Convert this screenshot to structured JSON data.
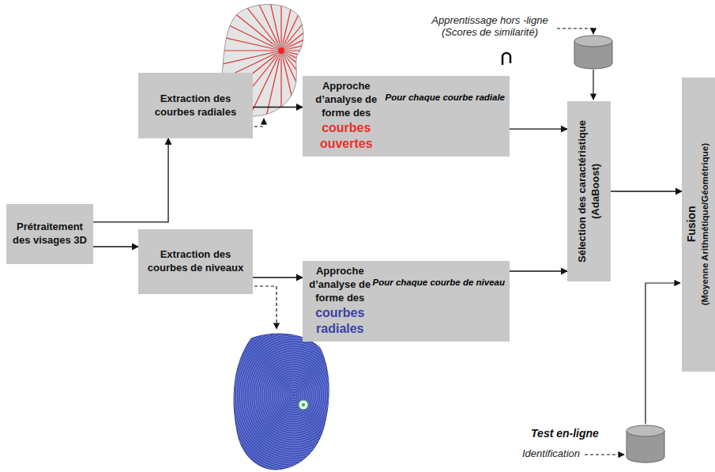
{
  "diagram": {
    "nodes": [
      {
        "text": [
          "Prétraitement des visages 3D"
        ]
      },
      {
        "text": [
          "Extraction des courbes radiales"
        ]
      },
      {
        "text": [
          "Extraction des courbes de niveaux"
        ]
      },
      {
        "text": [
          "Pour chaque courbe radiale",
          "Approche d’analyse de forme des",
          "courbes ouvertes"
        ]
      },
      {
        "text": [
          "Pour chaque courbe de niveau",
          "Approche d’analyse de forme des",
          "courbes radiales"
        ]
      },
      {
        "text": [
          "Sélection des caractéristique (AdaBoost)"
        ]
      },
      {
        "text": [
          "Fusion",
          "(Moyenne Arithmétique/Géométrique)"
        ]
      }
    ],
    "edges": [
      {
        "from": 0,
        "to": 1,
        "arrow": "to"
      },
      {
        "from": 0,
        "to": 2,
        "arrow": "to"
      },
      {
        "from": 1,
        "to": 3,
        "arrow": "to"
      },
      {
        "from": 2,
        "to": 4,
        "arrow": "to"
      },
      {
        "from": 3,
        "to": 5,
        "arrow": "to"
      },
      {
        "from": 4,
        "to": 5,
        "arrow": "to"
      },
      {
        "from": 5,
        "to": 6,
        "arrow": "to"
      }
    ],
    "labels": [
      "Apprentissage hors -ligne (Scores de similarité)",
      "Test en-ligne",
      "Identification"
    ]
  }
}
